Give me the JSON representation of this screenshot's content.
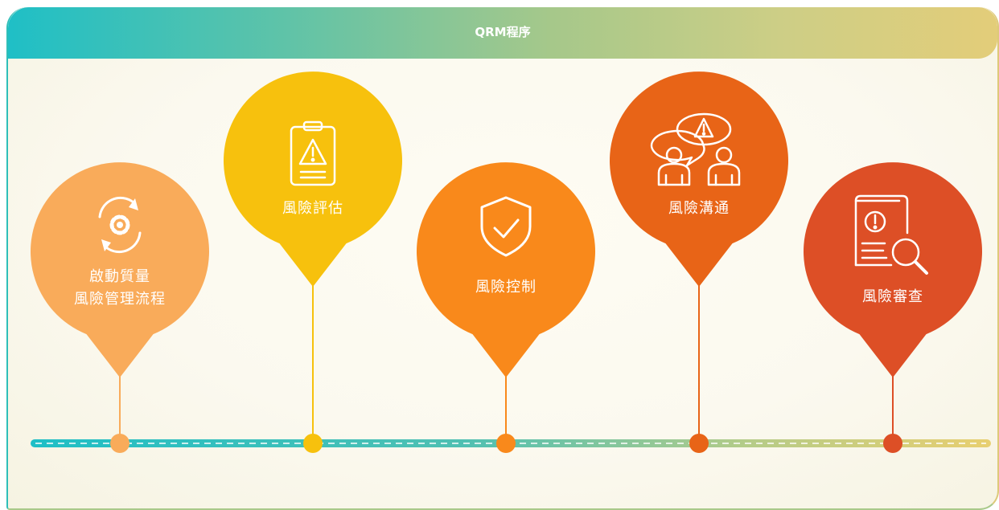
{
  "header": {
    "title": "QRM程序"
  },
  "colors": {
    "teal": "#22bfc2",
    "light_orange": "#f9ab5a",
    "yellow": "#f7c10d",
    "orange": "#f9891b",
    "dark_orange": "#e86417",
    "red_orange": "#dd4f26"
  },
  "timeline": {
    "steps": [
      {
        "lines": [
          "啟動質量",
          "風險管理流程"
        ],
        "icon": "refresh-gear-icon",
        "color": "#f9ab5a"
      },
      {
        "lines": [
          "風險評估"
        ],
        "icon": "clipboard-warning-icon",
        "color": "#f7c10d"
      },
      {
        "lines": [
          "風險控制"
        ],
        "icon": "shield-check-icon",
        "color": "#f9891b"
      },
      {
        "lines": [
          "風險溝通"
        ],
        "icon": "people-warning-bubble-icon",
        "color": "#e86417"
      },
      {
        "lines": [
          "風險審查"
        ],
        "icon": "document-search-icon",
        "color": "#dd4f26"
      }
    ]
  }
}
